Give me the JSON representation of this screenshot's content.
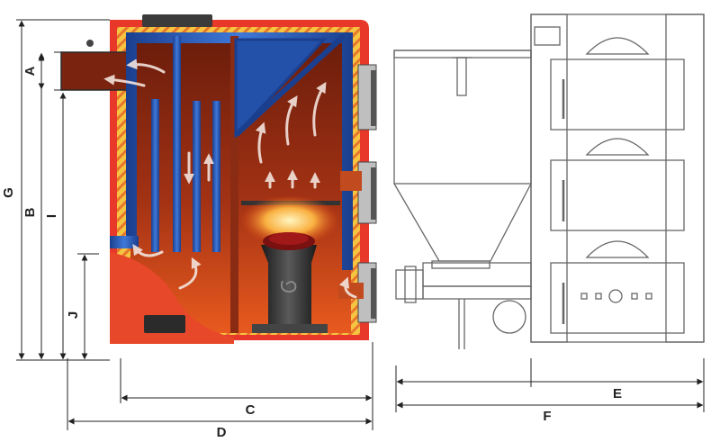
{
  "labels": {
    "A": "A",
    "B": "B",
    "C": "C",
    "D": "D",
    "E": "E",
    "F": "F",
    "G": "G",
    "I": "I",
    "J": "J"
  },
  "colors": {
    "casing": "#e8382a",
    "combustion": "#7a2410",
    "insulation_yellow": "#f5c542",
    "insulation_stripe": "#e8762c",
    "water_jacket": "#2a5ab8",
    "burner": "#2b2b2b",
    "flame": "#f7a43a",
    "outline": "#555555"
  },
  "icons": {
    "flue-arrow": "arrow",
    "hopper": "feed-hopper",
    "burner-pot": "retort-burner"
  }
}
